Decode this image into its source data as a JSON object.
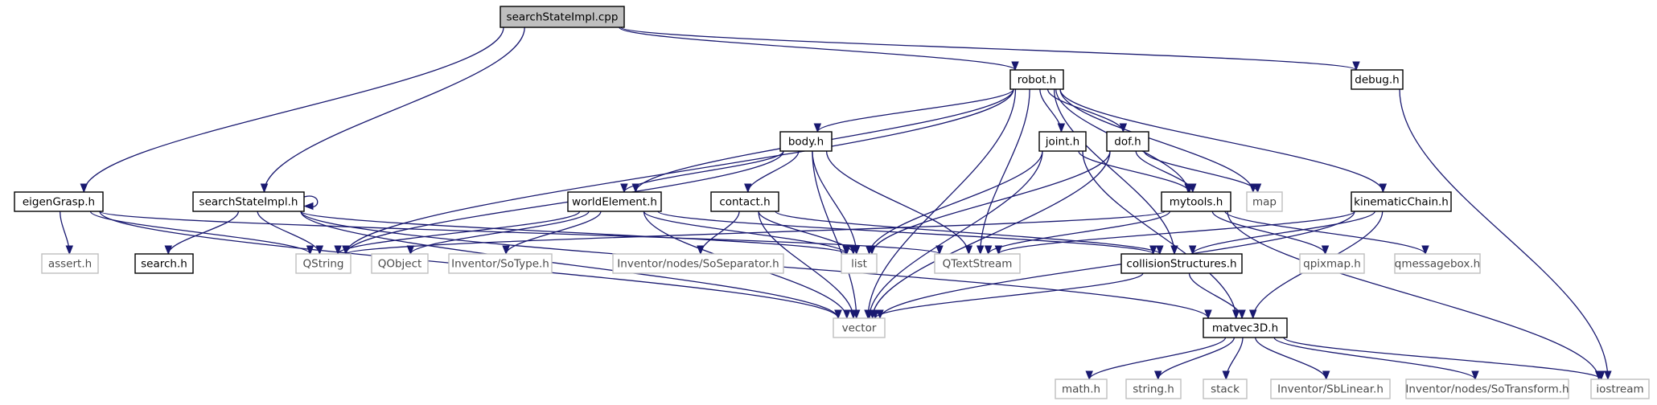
{
  "diagram": {
    "type": "include-dependency-graph",
    "colors": {
      "edge": "#191970",
      "root_fill": "#bfbfbf",
      "external_border": "#bfbfbf",
      "internal_border": "#000000"
    },
    "nodes": [
      {
        "id": "searchStateImpl_cpp",
        "label": "searchStateImpl.cpp",
        "kind": "root"
      },
      {
        "id": "robot_h",
        "label": "robot.h",
        "kind": "internal"
      },
      {
        "id": "debug_h",
        "label": "debug.h",
        "kind": "internal"
      },
      {
        "id": "eigenGrasp_h",
        "label": "eigenGrasp.h",
        "kind": "internal"
      },
      {
        "id": "searchStateImpl_h",
        "label": "searchStateImpl.h",
        "kind": "internal"
      },
      {
        "id": "body_h",
        "label": "body.h",
        "kind": "internal"
      },
      {
        "id": "joint_h",
        "label": "joint.h",
        "kind": "internal"
      },
      {
        "id": "dof_h",
        "label": "dof.h",
        "kind": "internal"
      },
      {
        "id": "worldElement_h",
        "label": "worldElement.h",
        "kind": "internal"
      },
      {
        "id": "contact_h",
        "label": "contact.h",
        "kind": "internal"
      },
      {
        "id": "mytools_h",
        "label": "mytools.h",
        "kind": "internal"
      },
      {
        "id": "map",
        "label": "map",
        "kind": "external"
      },
      {
        "id": "kinematicChain_h",
        "label": "kinematicChain.h",
        "kind": "internal"
      },
      {
        "id": "assert_h",
        "label": "assert.h",
        "kind": "external"
      },
      {
        "id": "search_h",
        "label": "search.h",
        "kind": "internal"
      },
      {
        "id": "QString",
        "label": "QString",
        "kind": "external"
      },
      {
        "id": "QObject",
        "label": "QObject",
        "kind": "external"
      },
      {
        "id": "SoType_h",
        "label": "Inventor/SoType.h",
        "kind": "external"
      },
      {
        "id": "SoSeparator_h",
        "label": "Inventor/nodes/SoSeparator.h",
        "kind": "external"
      },
      {
        "id": "list",
        "label": "list",
        "kind": "external"
      },
      {
        "id": "QTextStream",
        "label": "QTextStream",
        "kind": "external"
      },
      {
        "id": "collisionStructures_h",
        "label": "collisionStructures.h",
        "kind": "internal"
      },
      {
        "id": "qpixmap_h",
        "label": "qpixmap.h",
        "kind": "external"
      },
      {
        "id": "qmessagebox_h",
        "label": "qmessagebox.h",
        "kind": "external"
      },
      {
        "id": "vector",
        "label": "vector",
        "kind": "external"
      },
      {
        "id": "matvec3D_h",
        "label": "matvec3D.h",
        "kind": "internal"
      },
      {
        "id": "math_h",
        "label": "math.h",
        "kind": "external"
      },
      {
        "id": "string_h",
        "label": "string.h",
        "kind": "external"
      },
      {
        "id": "stack",
        "label": "stack",
        "kind": "external"
      },
      {
        "id": "SbLinear_h",
        "label": "Inventor/SbLinear.h",
        "kind": "external"
      },
      {
        "id": "SoTransform_h",
        "label": "Inventor/nodes/SoTransform.h",
        "kind": "external"
      },
      {
        "id": "iostream",
        "label": "iostream",
        "kind": "external"
      }
    ],
    "edges": [
      [
        "searchStateImpl_cpp",
        "robot_h"
      ],
      [
        "searchStateImpl_cpp",
        "debug_h"
      ],
      [
        "searchStateImpl_cpp",
        "eigenGrasp_h"
      ],
      [
        "searchStateImpl_cpp",
        "searchStateImpl_h"
      ],
      [
        "robot_h",
        "body_h"
      ],
      [
        "robot_h",
        "joint_h"
      ],
      [
        "robot_h",
        "dof_h"
      ],
      [
        "robot_h",
        "worldElement_h"
      ],
      [
        "robot_h",
        "mytools_h"
      ],
      [
        "robot_h",
        "map"
      ],
      [
        "robot_h",
        "kinematicChain_h"
      ],
      [
        "robot_h",
        "QString"
      ],
      [
        "robot_h",
        "vector"
      ],
      [
        "robot_h",
        "QTextStream"
      ],
      [
        "robot_h",
        "collisionStructures_h"
      ],
      [
        "debug_h",
        "iostream"
      ],
      [
        "eigenGrasp_h",
        "assert_h"
      ],
      [
        "eigenGrasp_h",
        "QString"
      ],
      [
        "eigenGrasp_h",
        "vector"
      ],
      [
        "eigenGrasp_h",
        "QTextStream"
      ],
      [
        "searchStateImpl_h",
        "searchStateImpl_h"
      ],
      [
        "searchStateImpl_h",
        "search_h"
      ],
      [
        "searchStateImpl_h",
        "QString"
      ],
      [
        "searchStateImpl_h",
        "list"
      ],
      [
        "searchStateImpl_h",
        "vector"
      ],
      [
        "searchStateImpl_h",
        "matvec3D_h"
      ],
      [
        "body_h",
        "worldElement_h"
      ],
      [
        "body_h",
        "contact_h"
      ],
      [
        "body_h",
        "QString"
      ],
      [
        "body_h",
        "list"
      ],
      [
        "body_h",
        "vector"
      ],
      [
        "body_h",
        "QTextStream"
      ],
      [
        "joint_h",
        "mytools_h"
      ],
      [
        "joint_h",
        "list"
      ],
      [
        "joint_h",
        "vector"
      ],
      [
        "joint_h",
        "matvec3D_h"
      ],
      [
        "dof_h",
        "mytools_h"
      ],
      [
        "dof_h",
        "map"
      ],
      [
        "dof_h",
        "list"
      ],
      [
        "dof_h",
        "vector"
      ],
      [
        "worldElement_h",
        "QString"
      ],
      [
        "worldElement_h",
        "QObject"
      ],
      [
        "worldElement_h",
        "SoType_h"
      ],
      [
        "worldElement_h",
        "list"
      ],
      [
        "worldElement_h",
        "vector"
      ],
      [
        "worldElement_h",
        "collisionStructures_h"
      ],
      [
        "contact_h",
        "SoSeparator_h"
      ],
      [
        "contact_h",
        "list"
      ],
      [
        "contact_h",
        "vector"
      ],
      [
        "contact_h",
        "collisionStructures_h"
      ],
      [
        "mytools_h",
        "QString"
      ],
      [
        "mytools_h",
        "QTextStream"
      ],
      [
        "mytools_h",
        "qpixmap_h"
      ],
      [
        "mytools_h",
        "qmessagebox_h"
      ],
      [
        "mytools_h",
        "iostream"
      ],
      [
        "kinematicChain_h",
        "collisionStructures_h"
      ],
      [
        "kinematicChain_h",
        "QTextStream"
      ],
      [
        "kinematicChain_h",
        "vector"
      ],
      [
        "kinematicChain_h",
        "matvec3D_h"
      ],
      [
        "collisionStructures_h",
        "vector"
      ],
      [
        "collisionStructures_h",
        "matvec3D_h"
      ],
      [
        "matvec3D_h",
        "math_h"
      ],
      [
        "matvec3D_h",
        "string_h"
      ],
      [
        "matvec3D_h",
        "stack"
      ],
      [
        "matvec3D_h",
        "SbLinear_h"
      ],
      [
        "matvec3D_h",
        "SoTransform_h"
      ],
      [
        "matvec3D_h",
        "iostream"
      ]
    ]
  }
}
